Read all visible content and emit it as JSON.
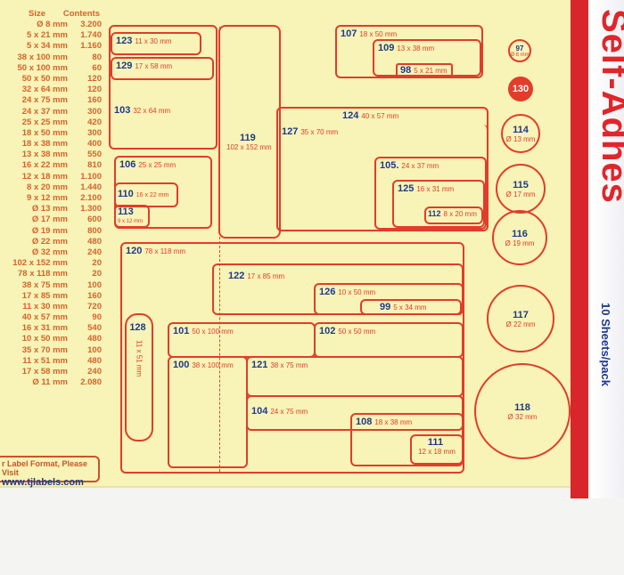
{
  "brand": "Self-Adhes",
  "pack": "10 Sheets/pack",
  "table": {
    "size_header": "Size",
    "contents_header": "Contents",
    "rows": [
      [
        "Ø 8 mm",
        "3.200"
      ],
      [
        "5 x 21 mm",
        "1.740"
      ],
      [
        "5 x 34 mm",
        "1.160"
      ],
      [
        "38 x 100 mm",
        "80"
      ],
      [
        "50 x 100 mm",
        "60"
      ],
      [
        "50 x 50 mm",
        "120"
      ],
      [
        "32 x 64 mm",
        "120"
      ],
      [
        "24 x 75 mm",
        "160"
      ],
      [
        "24 x 37 mm",
        "300"
      ],
      [
        "25 x 25 mm",
        "420"
      ],
      [
        "18 x 50 mm",
        "300"
      ],
      [
        "18 x 38 mm",
        "400"
      ],
      [
        "13 x 38 mm",
        "550"
      ],
      [
        "16 x 22 mm",
        "810"
      ],
      [
        "12 x 18 mm",
        "1.100"
      ],
      [
        "8 x 20 mm",
        "1.440"
      ],
      [
        "9 x 12 mm",
        "2.100"
      ],
      [
        "Ø 13 mm",
        "1.300"
      ],
      [
        "Ø 17 mm",
        "600"
      ],
      [
        "Ø 19 mm",
        "800"
      ],
      [
        "Ø 22 mm",
        "480"
      ],
      [
        "Ø 32 mm",
        "240"
      ],
      [
        "102 x 152 mm",
        "20"
      ],
      [
        "78 x 118 mm",
        "20"
      ],
      [
        "38 x 75 mm",
        "100"
      ],
      [
        "17 x 85 mm",
        "160"
      ],
      [
        "11 x 30 mm",
        "720"
      ],
      [
        "40 x 57 mm",
        "90"
      ],
      [
        "16 x 31 mm",
        "540"
      ],
      [
        "10 x 50 mm",
        "480"
      ],
      [
        "35 x 70 mm",
        "100"
      ],
      [
        "11 x 51 mm",
        "480"
      ],
      [
        "17 x 58 mm",
        "240"
      ],
      [
        "Ø 11 mm",
        "2.080"
      ]
    ]
  },
  "visit": {
    "text": "r Label Format, Please Visit",
    "url": "www.tjlabels.com"
  },
  "labels": {
    "l123": [
      "123",
      "11 x 30 mm"
    ],
    "l129": [
      "129",
      "17 x 58 mm"
    ],
    "l103": [
      "103",
      "32 x 64 mm"
    ],
    "l119": [
      "119",
      "102 x 152 mm"
    ],
    "l107": [
      "107",
      "18 x 50 mm"
    ],
    "l109": [
      "109",
      "13 x 38 mm"
    ],
    "l98": [
      "98",
      "5 x 21 mm"
    ],
    "l124": [
      "124",
      "40 x 57 mm"
    ],
    "l127": [
      "127",
      "35 x 70 mm"
    ],
    "l105": [
      "105.",
      "24 x 37 mm"
    ],
    "l125": [
      "125",
      "16 x 31 mm"
    ],
    "l112": [
      "112",
      "8 x 20 mm"
    ],
    "l106": [
      "106",
      "25 x 25 mm"
    ],
    "l110": [
      "110",
      "16 x 22 mm"
    ],
    "l113": [
      "113",
      "9 x 12 mm"
    ],
    "l120": [
      "120",
      "78 x 118 mm"
    ],
    "l122": [
      "122",
      "17 x 85 mm"
    ],
    "l126": [
      "126",
      "10 x 50 mm"
    ],
    "l99": [
      "99",
      "5 x 34 mm"
    ],
    "l128": [
      "128",
      "11 x 51 mm"
    ],
    "l101": [
      "101",
      "50 x 100 mm"
    ],
    "l102": [
      "102",
      "50 x 50 mm"
    ],
    "l100": [
      "100",
      "38 x 100 mm"
    ],
    "l121": [
      "121",
      "38 x 75 mm"
    ],
    "l104": [
      "104",
      "24 x 75 mm"
    ],
    "l108": [
      "108",
      "18 x 38 mm"
    ],
    "l111": [
      "111",
      "12 x 18 mm"
    ],
    "c97": [
      "97",
      "Ø 8 mm"
    ],
    "c130": [
      "130",
      ""
    ],
    "c114": [
      "114",
      "Ø 13 mm"
    ],
    "c115": [
      "115",
      "Ø 17 mm"
    ],
    "c116": [
      "116",
      "Ø 19 mm"
    ],
    "c117": [
      "117",
      "Ø 22 mm"
    ],
    "c118": [
      "118",
      "Ø 32 mm"
    ]
  }
}
